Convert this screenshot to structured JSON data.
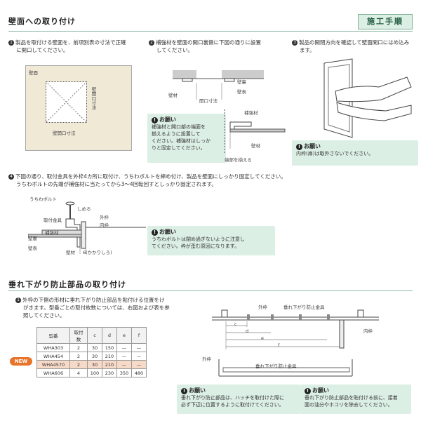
{
  "header": {
    "title": "壁面への取り付け",
    "badge": "施工手順"
  },
  "step1": {
    "num": "1",
    "text1": "製品を取付ける壁面を、前項別表の寸法で正確",
    "text2": "に開口してください。",
    "label_wall": "壁面",
    "label_vertical": "壁開口寸法",
    "label_horizontal": "壁開口寸法"
  },
  "step2": {
    "num": "2",
    "text1": "補強材を壁面の開口裏側に下図の通りに設置",
    "text2": "してください。",
    "label_kabeura": "壁裏",
    "label_kabeomote": "壁表",
    "label_kabezai": "壁材",
    "label_kaikou": "開口寸法",
    "label_hokyozai": "補強材",
    "label_kabezai2": "壁材",
    "label_tanmen": "端部を揃える",
    "note_title": "お願い",
    "note_lines": [
      "補強材と開口部の端面を",
      "揃えるように設置して",
      "ください。補強材はしっか",
      "りと固定してください。"
    ]
  },
  "step3": {
    "num": "3",
    "text1": "製品の開閉方向を確認して壁面開口にはめ込み",
    "text2": "ます。",
    "note_title": "お願い",
    "note_lines": [
      "内枠(扉)は取外さないでください。"
    ]
  },
  "step4": {
    "num": "4",
    "text1": "下図の通り、取付金具を外枠4カ所に取付け、うちわボルトを締め付け、製品を壁面にしっかり固定してください。",
    "text2": "うちわボルトの先端が補強材に当たってから3～4回転回すとしっかり固定されます。",
    "label_bolt": "うちわボルト",
    "label_shimeru": "しめる",
    "label_kanagu": "取付金具",
    "label_sotowaku": "外枠",
    "label_uchiwaku": "内枠",
    "label_kabeura": "壁裏",
    "label_hokyozai": "補強材",
    "label_kabeomote": "壁表",
    "label_kabezai": "壁材",
    "label_kakari": "6(かかりしろ)",
    "note_title": "お願い",
    "note_lines": [
      "うちわボルトは閉め過ぎないように注意し",
      "てください。枠が歪む原因になります。"
    ]
  },
  "section2": {
    "title": "垂れ下がり防止部品の取り付け",
    "text1": "外枠の下側の形材に垂れ下がり防止部品を貼付ける位置をけ",
    "text2": "がきます。型番ごとの取付枚数については、右図および表を参",
    "text3": "照してください。",
    "num": "1",
    "table": {
      "headers": [
        "型番",
        "取付数",
        "c",
        "d",
        "e",
        "f"
      ],
      "rows": [
        [
          "WHA303",
          "2",
          "30",
          "150",
          "—",
          "—"
        ],
        [
          "WHA454",
          "2",
          "30",
          "210",
          "—",
          "—"
        ],
        [
          "WHA4570",
          "2",
          "30",
          "210",
          "—",
          "—"
        ],
        [
          "WHA606",
          "4",
          "100",
          "230",
          "350",
          "480"
        ]
      ],
      "new_label": "NEW"
    },
    "label_sotowaku": "外枠",
    "label_buhin": "垂れ下がり防止金具",
    "label_uchiwaku": "内枠",
    "label_c": "c",
    "label_d": "d",
    "label_e": "e",
    "label_f": "f",
    "label_sotowaku2": "外枠",
    "label_buhin2": "垂れ下がり防止金具",
    "note1_title": "お願い",
    "note1_lines": [
      "垂れ下がり防止部品は、ハッチを取付けた際に",
      "必ず下辺に位置するように取付けてください。"
    ],
    "note2_title": "お願い",
    "note2_lines": [
      "垂れ下がり防止部品を貼付ける前に、接着",
      "面の油分やホコリを除去してください。"
    ]
  }
}
